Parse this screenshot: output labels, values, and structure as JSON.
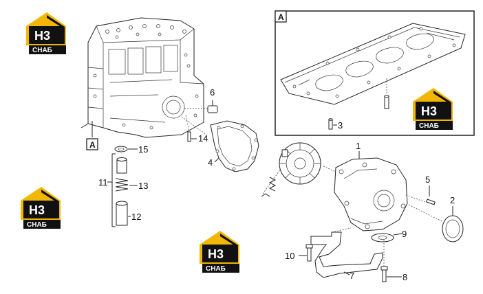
{
  "detail_view": {
    "label": "A"
  },
  "block_view_marker": {
    "label": "A"
  },
  "callouts": {
    "c1": "1",
    "c2": "2",
    "c3": "3",
    "c4": "4",
    "c5": "5",
    "c6": "6",
    "c7": "7",
    "c8": "8",
    "c9": "9",
    "c10": "10",
    "c11": "11",
    "c12": "12",
    "c13": "13",
    "c14": "14",
    "c15": "15"
  },
  "watermark": {
    "line1": "H3",
    "line2": "СНАБ",
    "colors": {
      "yellow": "#f2b705",
      "black": "#111111",
      "white": "#ffffff"
    }
  },
  "colors": {
    "line": "#222222",
    "background": "#ffffff"
  }
}
